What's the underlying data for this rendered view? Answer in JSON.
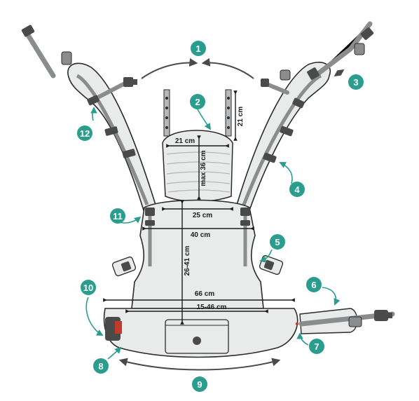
{
  "colors": {
    "teal": "#2a9d8f",
    "body_fill": "#e9eaea",
    "outline": "#2b2b2b",
    "strap": "#8a8c8e",
    "dark_strap": "#4a4a4a",
    "red_accent": "#c0392b"
  },
  "callouts": [
    "1",
    "2",
    "3",
    "4",
    "5",
    "6",
    "7",
    "8",
    "9",
    "10",
    "11",
    "12"
  ],
  "dimensions": {
    "headrest_extension": "21 cm",
    "headrest_width": "21 cm",
    "headrest_height": "max 36 cm",
    "upper_width": "25 cm",
    "middle_width": "40 cm",
    "body_height": "26-41 cm",
    "waist_outer_width": "66 cm",
    "waist_inner_width": "15-46 cm"
  },
  "icons": [
    "buckle-icon",
    "ring-icon",
    "pocket-button-icon"
  ]
}
